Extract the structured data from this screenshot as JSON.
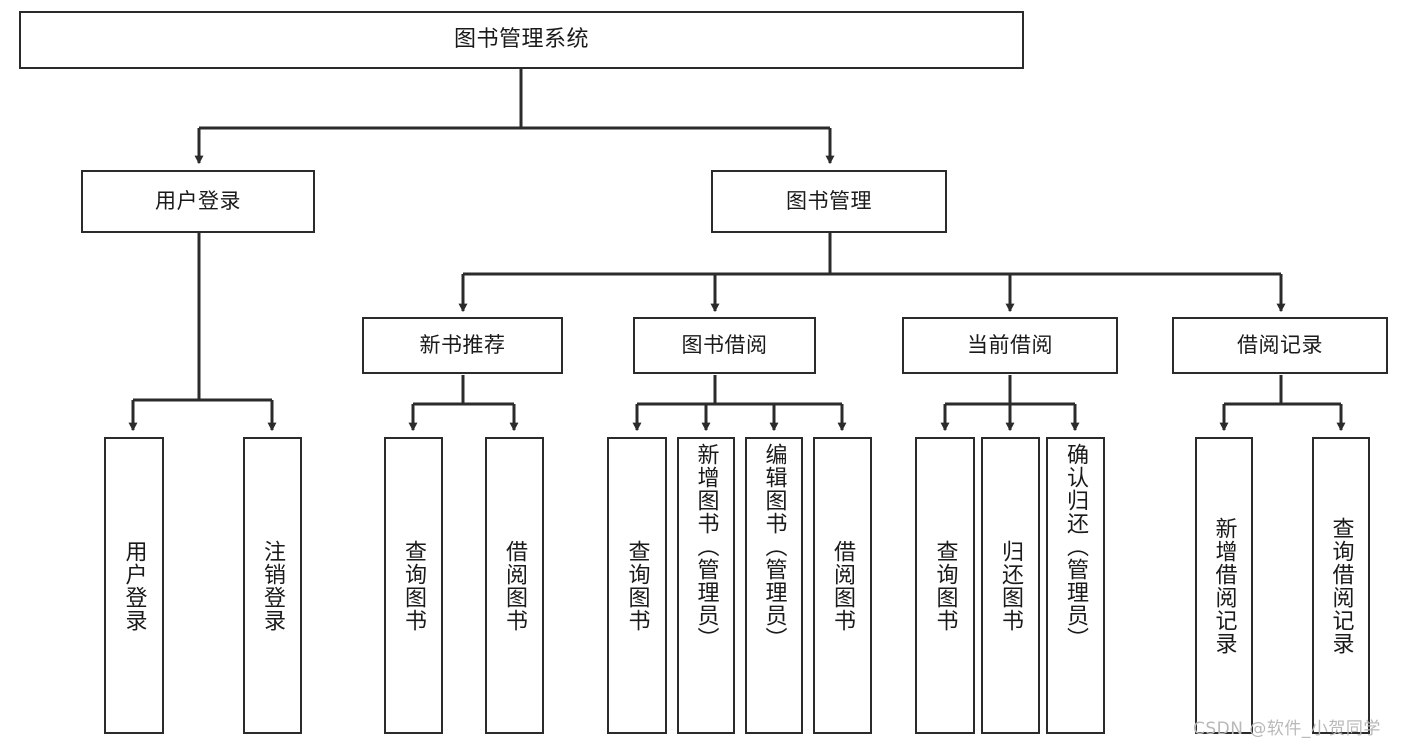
{
  "diagram": {
    "title": "图书管理系统",
    "type": "tree-hierarchy",
    "watermark": "CSDN @软件_小贺同学",
    "colors": {
      "stroke": "#2b2b2b",
      "fill": "#ffffff",
      "text": "#1a1a1a",
      "watermark": "#b9b9b9"
    },
    "nodes": {
      "root": {
        "label": "图书管理系统"
      },
      "level2": [
        {
          "id": "user-login",
          "label": "用户登录"
        },
        {
          "id": "book-manage",
          "label": "图书管理"
        }
      ],
      "level3": [
        {
          "id": "new-book-recommend",
          "label": "新书推荐"
        },
        {
          "id": "book-borrow",
          "label": "图书借阅"
        },
        {
          "id": "current-borrow",
          "label": "当前借阅"
        },
        {
          "id": "borrow-record",
          "label": "借阅记录"
        }
      ],
      "leaves": {
        "user_login": [
          {
            "id": "leaf-user-login",
            "label": "用户登录"
          },
          {
            "id": "leaf-logout-login",
            "label": "注销登录"
          }
        ],
        "new_book_recommend": [
          {
            "id": "leaf-query-book-1",
            "label": "查询图书"
          },
          {
            "id": "leaf-borrow-book-1",
            "label": "借阅图书"
          }
        ],
        "book_borrow": [
          {
            "id": "leaf-query-book-2",
            "label": "查询图书"
          },
          {
            "id": "leaf-add-book",
            "label": "新增图书（管理员）"
          },
          {
            "id": "leaf-edit-book",
            "label": "编辑图书（管理员）"
          },
          {
            "id": "leaf-borrow-book-2",
            "label": "借阅图书"
          }
        ],
        "current_borrow": [
          {
            "id": "leaf-query-book-3",
            "label": "查询图书"
          },
          {
            "id": "leaf-return-book",
            "label": "归还图书"
          },
          {
            "id": "leaf-confirm-return",
            "label": "确认归还（管理员）"
          }
        ],
        "borrow_record": [
          {
            "id": "leaf-add-record",
            "label": "新增借阅记录"
          },
          {
            "id": "leaf-query-record",
            "label": "查询借阅记录"
          }
        ]
      }
    }
  }
}
